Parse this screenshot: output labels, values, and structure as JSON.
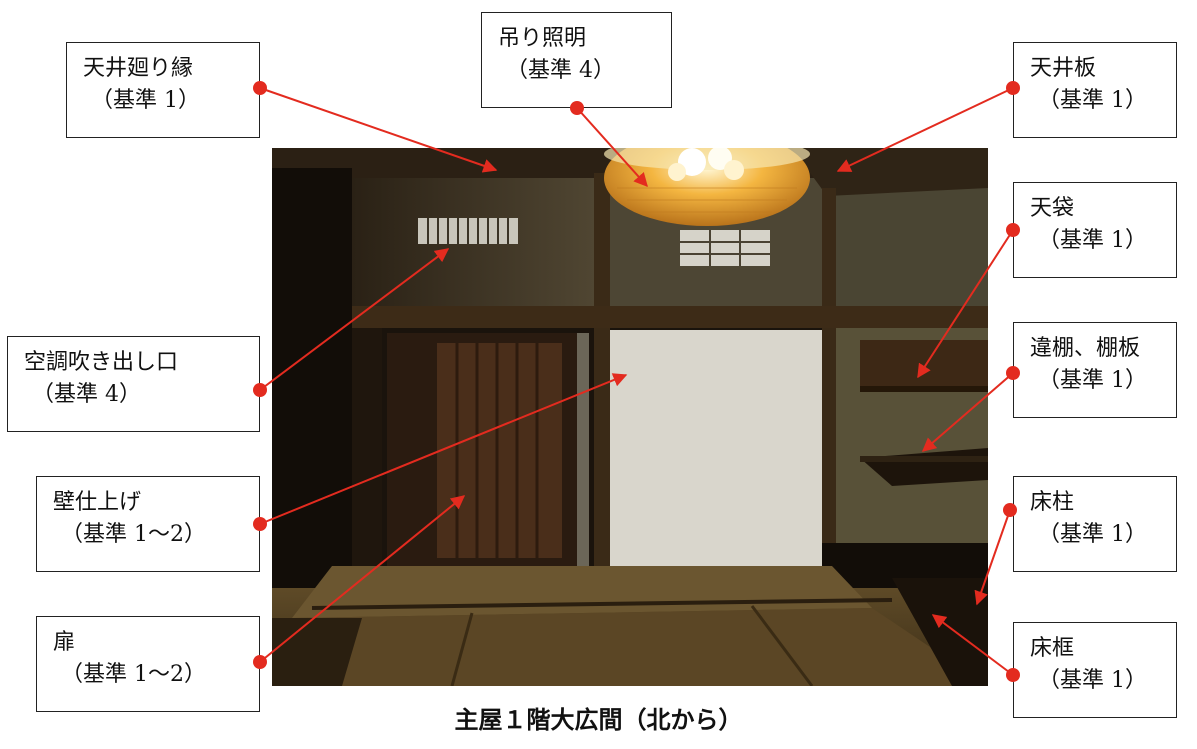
{
  "caption": "主屋１階大広間（北から）",
  "callouts": [
    {
      "id": "ceiling-molding",
      "name": "天井廻り縁",
      "grade": "（基準 1）"
    },
    {
      "id": "pendant-light",
      "name": "吊り照明",
      "grade": "（基準 4）"
    },
    {
      "id": "ceiling-board",
      "name": "天井板",
      "grade": "（基準 1）"
    },
    {
      "id": "tenbukuro",
      "name": "天袋",
      "grade": "（基準 1）"
    },
    {
      "id": "chigaidana",
      "name": "違棚、棚板",
      "grade": "（基準 1）"
    },
    {
      "id": "ac-vent",
      "name": "空調吹き出し口",
      "grade": "（基準 4）"
    },
    {
      "id": "wall-finish",
      "name": "壁仕上げ",
      "grade": "（基準 1～2）"
    },
    {
      "id": "tokobashira",
      "name": "床柱",
      "grade": "（基準 1）"
    },
    {
      "id": "door",
      "name": "扉",
      "grade": "（基準 1～2）"
    },
    {
      "id": "tokogamachi",
      "name": "床框",
      "grade": "（基準 1）"
    }
  ],
  "colors": {
    "leader": "#e32b1f",
    "box_border": "#222222"
  }
}
